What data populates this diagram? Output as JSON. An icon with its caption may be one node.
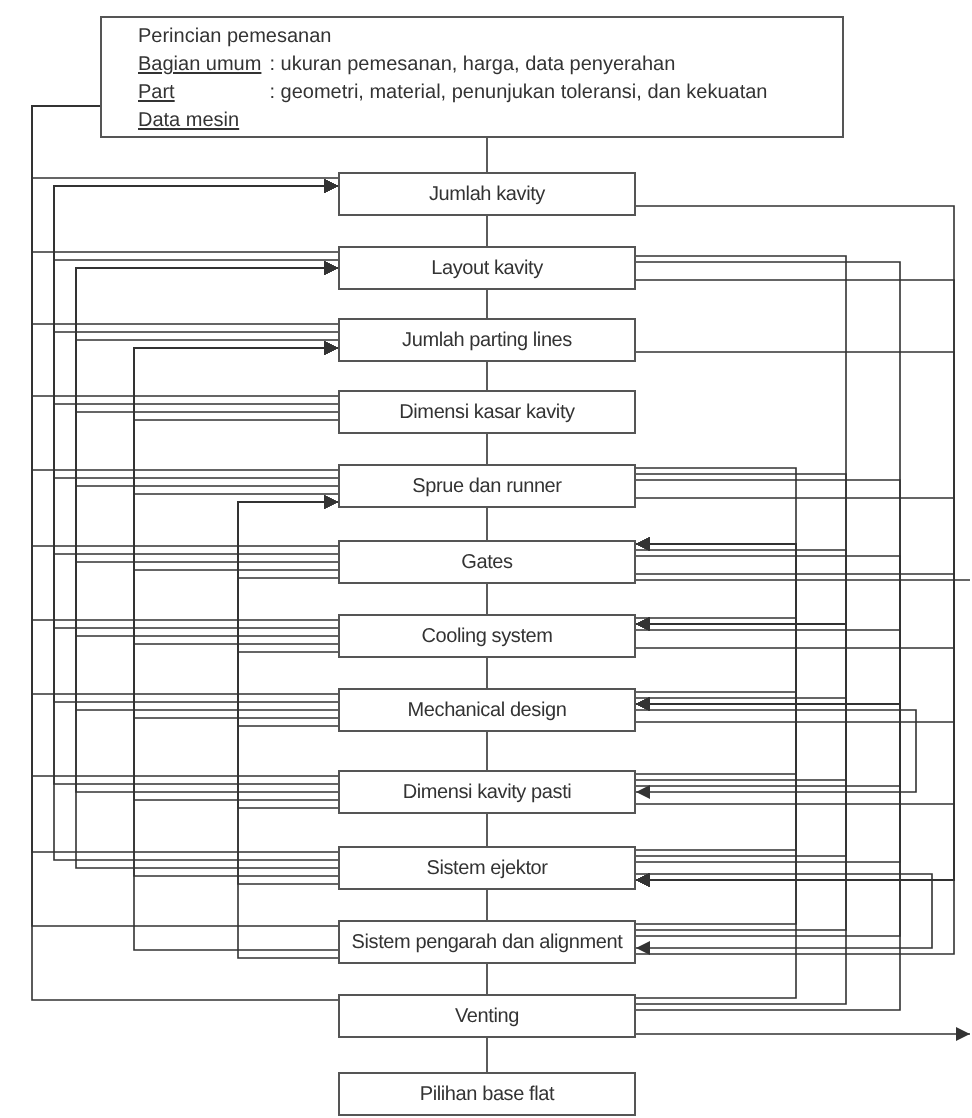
{
  "diagram": {
    "nodes": [
      {
        "text": [
          "Perincian pemesanan",
          "Bagian umum",
          ": ukuran pemesanan, harga, data penyerahan",
          "Part",
          ": geometri, material, penunjukan toleransi, dan kekuatan",
          "Data mesin"
        ]
      },
      {
        "text": [
          "Jumlah kavity"
        ]
      },
      {
        "text": [
          "Layout kavity"
        ]
      },
      {
        "text": [
          "Jumlah parting lines"
        ]
      },
      {
        "text": [
          "Dimensi kasar kavity"
        ]
      },
      {
        "text": [
          "Sprue dan runner"
        ]
      },
      {
        "text": [
          "Gates"
        ]
      },
      {
        "text": [
          "Cooling system"
        ]
      },
      {
        "text": [
          "Mechanical design"
        ]
      },
      {
        "text": [
          "Dimensi kavity pasti"
        ]
      },
      {
        "text": [
          "Sistem ejektor"
        ]
      },
      {
        "text": [
          "Sistem pengarah dan alignment"
        ]
      },
      {
        "text": [
          "Venting"
        ]
      },
      {
        "text": [
          "Pilihan base flat"
        ]
      }
    ],
    "edges": [
      {
        "from": 0,
        "to": 1,
        "arrow": "none"
      },
      {
        "from": 1,
        "to": 2,
        "arrow": "none"
      },
      {
        "from": 2,
        "to": 3,
        "arrow": "none"
      },
      {
        "from": 3,
        "to": 4,
        "arrow": "none"
      },
      {
        "from": 4,
        "to": 5,
        "arrow": "none"
      },
      {
        "from": 5,
        "to": 6,
        "arrow": "none"
      },
      {
        "from": 6,
        "to": 7,
        "arrow": "none"
      },
      {
        "from": 7,
        "to": 8,
        "arrow": "none"
      },
      {
        "from": 8,
        "to": 9,
        "arrow": "none"
      },
      {
        "from": 9,
        "to": 10,
        "arrow": "none"
      },
      {
        "from": 10,
        "to": 11,
        "arrow": "none"
      },
      {
        "from": 11,
        "to": 12,
        "arrow": "none"
      },
      {
        "from": 12,
        "to": 13,
        "arrow": "none"
      },
      {
        "from": 0,
        "to": 1,
        "arrow": "none"
      },
      {
        "from": 0,
        "to": 2,
        "arrow": "none"
      },
      {
        "from": 0,
        "to": 3,
        "arrow": "none"
      },
      {
        "from": 0,
        "to": 4,
        "arrow": "none"
      },
      {
        "from": 0,
        "to": 5,
        "arrow": "none"
      },
      {
        "from": 0,
        "to": 6,
        "arrow": "none"
      },
      {
        "from": 0,
        "to": 7,
        "arrow": "none"
      },
      {
        "from": 0,
        "to": 8,
        "arrow": "none"
      },
      {
        "from": 0,
        "to": 9,
        "arrow": "none"
      },
      {
        "from": 0,
        "to": 10,
        "arrow": "none"
      },
      {
        "from": 0,
        "to": 11,
        "arrow": "none"
      },
      {
        "from": 0,
        "to": 12,
        "arrow": "none"
      },
      {
        "from": 2,
        "to": 1,
        "arrow": "to"
      },
      {
        "from": 3,
        "to": 1,
        "arrow": "to"
      },
      {
        "from": 4,
        "to": 1,
        "arrow": "to"
      },
      {
        "from": 5,
        "to": 1,
        "arrow": "to"
      },
      {
        "from": 6,
        "to": 1,
        "arrow": "to"
      },
      {
        "from": 7,
        "to": 1,
        "arrow": "to"
      },
      {
        "from": 8,
        "to": 1,
        "arrow": "to"
      },
      {
        "from": 9,
        "to": 1,
        "arrow": "to"
      },
      {
        "from": 10,
        "to": 1,
        "arrow": "to"
      },
      {
        "from": 3,
        "to": 2,
        "arrow": "to"
      },
      {
        "from": 4,
        "to": 2,
        "arrow": "to"
      },
      {
        "from": 5,
        "to": 2,
        "arrow": "to"
      },
      {
        "from": 6,
        "to": 2,
        "arrow": "to"
      },
      {
        "from": 7,
        "to": 2,
        "arrow": "to"
      },
      {
        "from": 8,
        "to": 2,
        "arrow": "to"
      },
      {
        "from": 9,
        "to": 2,
        "arrow": "to"
      },
      {
        "from": 10,
        "to": 2,
        "arrow": "to"
      },
      {
        "from": 4,
        "to": 3,
        "arrow": "to"
      },
      {
        "from": 5,
        "to": 3,
        "arrow": "to"
      },
      {
        "from": 6,
        "to": 3,
        "arrow": "to"
      },
      {
        "from": 7,
        "to": 3,
        "arrow": "to"
      },
      {
        "from": 8,
        "to": 3,
        "arrow": "to"
      },
      {
        "from": 9,
        "to": 3,
        "arrow": "to"
      },
      {
        "from": 10,
        "to": 3,
        "arrow": "to"
      },
      {
        "from": 11,
        "to": 3,
        "arrow": "to"
      },
      {
        "from": 6,
        "to": 5,
        "arrow": "to"
      },
      {
        "from": 7,
        "to": 5,
        "arrow": "to"
      },
      {
        "from": 8,
        "to": 5,
        "arrow": "to"
      },
      {
        "from": 9,
        "to": 5,
        "arrow": "to"
      },
      {
        "from": 10,
        "to": 5,
        "arrow": "to"
      },
      {
        "from": 11,
        "to": 5,
        "arrow": "to"
      },
      {
        "from": 5,
        "to": 6,
        "arrow": "to"
      },
      {
        "from": 7,
        "to": 6,
        "arrow": "to"
      },
      {
        "from": 8,
        "to": 6,
        "arrow": "to"
      },
      {
        "from": 9,
        "to": 6,
        "arrow": "to"
      },
      {
        "from": 10,
        "to": 6,
        "arrow": "to"
      },
      {
        "from": 11,
        "to": 6,
        "arrow": "to"
      },
      {
        "from": 12,
        "to": 6,
        "arrow": "to"
      },
      {
        "from": 2,
        "to": 7,
        "arrow": "to"
      },
      {
        "from": 5,
        "to": 7,
        "arrow": "to"
      },
      {
        "from": 6,
        "to": 7,
        "arrow": "to"
      },
      {
        "from": 8,
        "to": 7,
        "arrow": "to"
      },
      {
        "from": 9,
        "to": 7,
        "arrow": "to"
      },
      {
        "from": 10,
        "to": 7,
        "arrow": "to"
      },
      {
        "from": 11,
        "to": 7,
        "arrow": "to"
      },
      {
        "from": 12,
        "to": 7,
        "arrow": "to"
      },
      {
        "from": 2,
        "to": 8,
        "arrow": "to"
      },
      {
        "from": 5,
        "to": 8,
        "arrow": "to"
      },
      {
        "from": 6,
        "to": 8,
        "arrow": "to"
      },
      {
        "from": 7,
        "to": 8,
        "arrow": "to"
      },
      {
        "from": 9,
        "to": 8,
        "arrow": "to"
      },
      {
        "from": 10,
        "to": 8,
        "arrow": "to"
      },
      {
        "from": 11,
        "to": 8,
        "arrow": "to"
      },
      {
        "from": 12,
        "to": 8,
        "arrow": "to"
      },
      {
        "from": 8,
        "to": 9,
        "arrow": "to"
      },
      {
        "from": 10,
        "to": 11,
        "arrow": "to"
      },
      {
        "from": 1,
        "to": 10,
        "arrow": "to"
      },
      {
        "from": 2,
        "to": 10,
        "arrow": "to"
      },
      {
        "from": 3,
        "to": 10,
        "arrow": "to"
      },
      {
        "from": 5,
        "to": 10,
        "arrow": "to"
      },
      {
        "from": 6,
        "to": 10,
        "arrow": "to"
      },
      {
        "from": 7,
        "to": 10,
        "arrow": "to"
      },
      {
        "from": 8,
        "to": 10,
        "arrow": "to"
      },
      {
        "from": 9,
        "to": 10,
        "arrow": "to"
      },
      {
        "from": 11,
        "to": 10,
        "arrow": "to"
      },
      {
        "from": 12,
        "to": null,
        "arrow": "to"
      },
      {
        "from": 6,
        "to": null,
        "arrow": "none"
      }
    ]
  }
}
